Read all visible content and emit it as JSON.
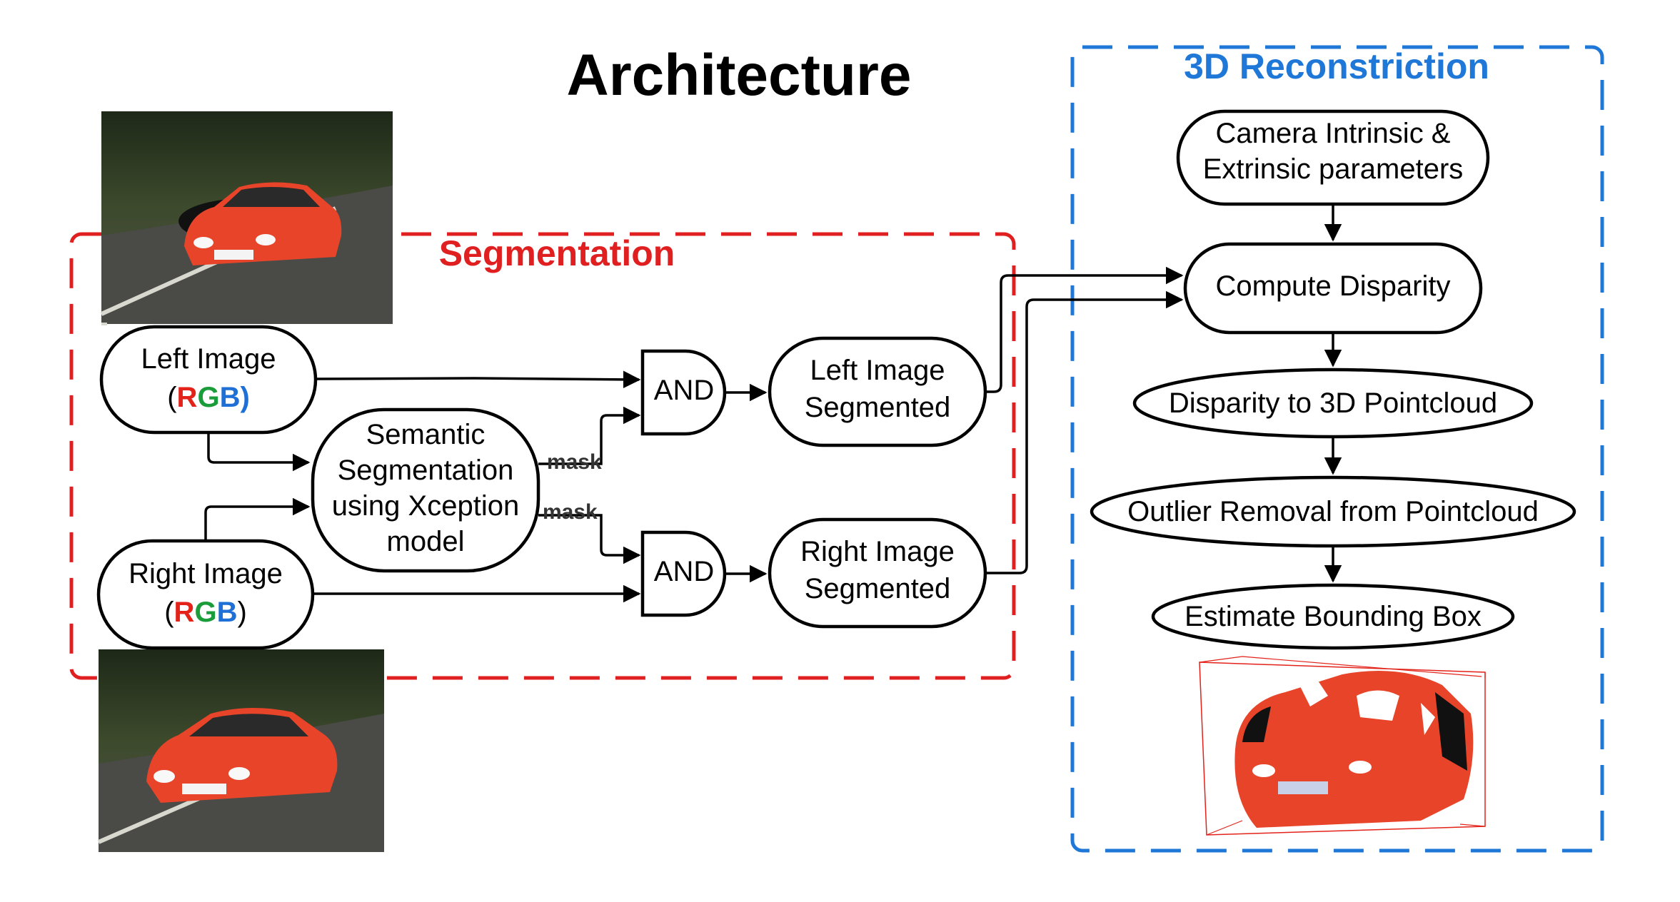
{
  "title": "Architecture",
  "colors": {
    "segmentation": "#e02020",
    "reconstruction": "#1f78d8",
    "red": "#e32219",
    "green": "#1a9c3a",
    "blue": "#1e6fd6",
    "car": "#e8442a"
  },
  "groups": {
    "segmentation": {
      "label": "Segmentation"
    },
    "reconstruction": {
      "label": "3D Reconstriction"
    }
  },
  "nodes": {
    "left_image": {
      "line1": "Left Image",
      "paren_open": "(",
      "r": "R",
      "g": "G",
      "b": "B",
      "paren_close": ")"
    },
    "right_image": {
      "line1": "Right Image",
      "paren_open": "(",
      "r": "R",
      "g": "G",
      "b": "B",
      "paren_close": ")"
    },
    "semantic": {
      "line1": "Semantic",
      "line2": "Segmentation",
      "line3": "using Xception",
      "line4": "model"
    },
    "and_top": {
      "label": "AND"
    },
    "and_bottom": {
      "label": "AND"
    },
    "left_segmented": {
      "line1": "Left Image",
      "line2": "Segmented"
    },
    "right_segmented": {
      "line1": "Right Image",
      "line2": "Segmented"
    },
    "camera_params": {
      "line1": "Camera Intrinsic &",
      "line2": "Extrinsic parameters"
    },
    "compute_disparity": {
      "label": "Compute Disparity"
    },
    "disparity_to_pc": {
      "label": "Disparity to 3D Pointcloud"
    },
    "outlier_removal": {
      "label": "Outlier Removal from Pointcloud"
    },
    "bounding_box": {
      "label": "Estimate Bounding Box"
    }
  },
  "edge_labels": {
    "mask_top": "mask",
    "mask_bottom": "mask"
  },
  "images": {
    "left_photo": "car-photo-icon",
    "right_photo": "car-photo-icon",
    "pointcloud": "pointcloud-bounding-box-icon"
  }
}
